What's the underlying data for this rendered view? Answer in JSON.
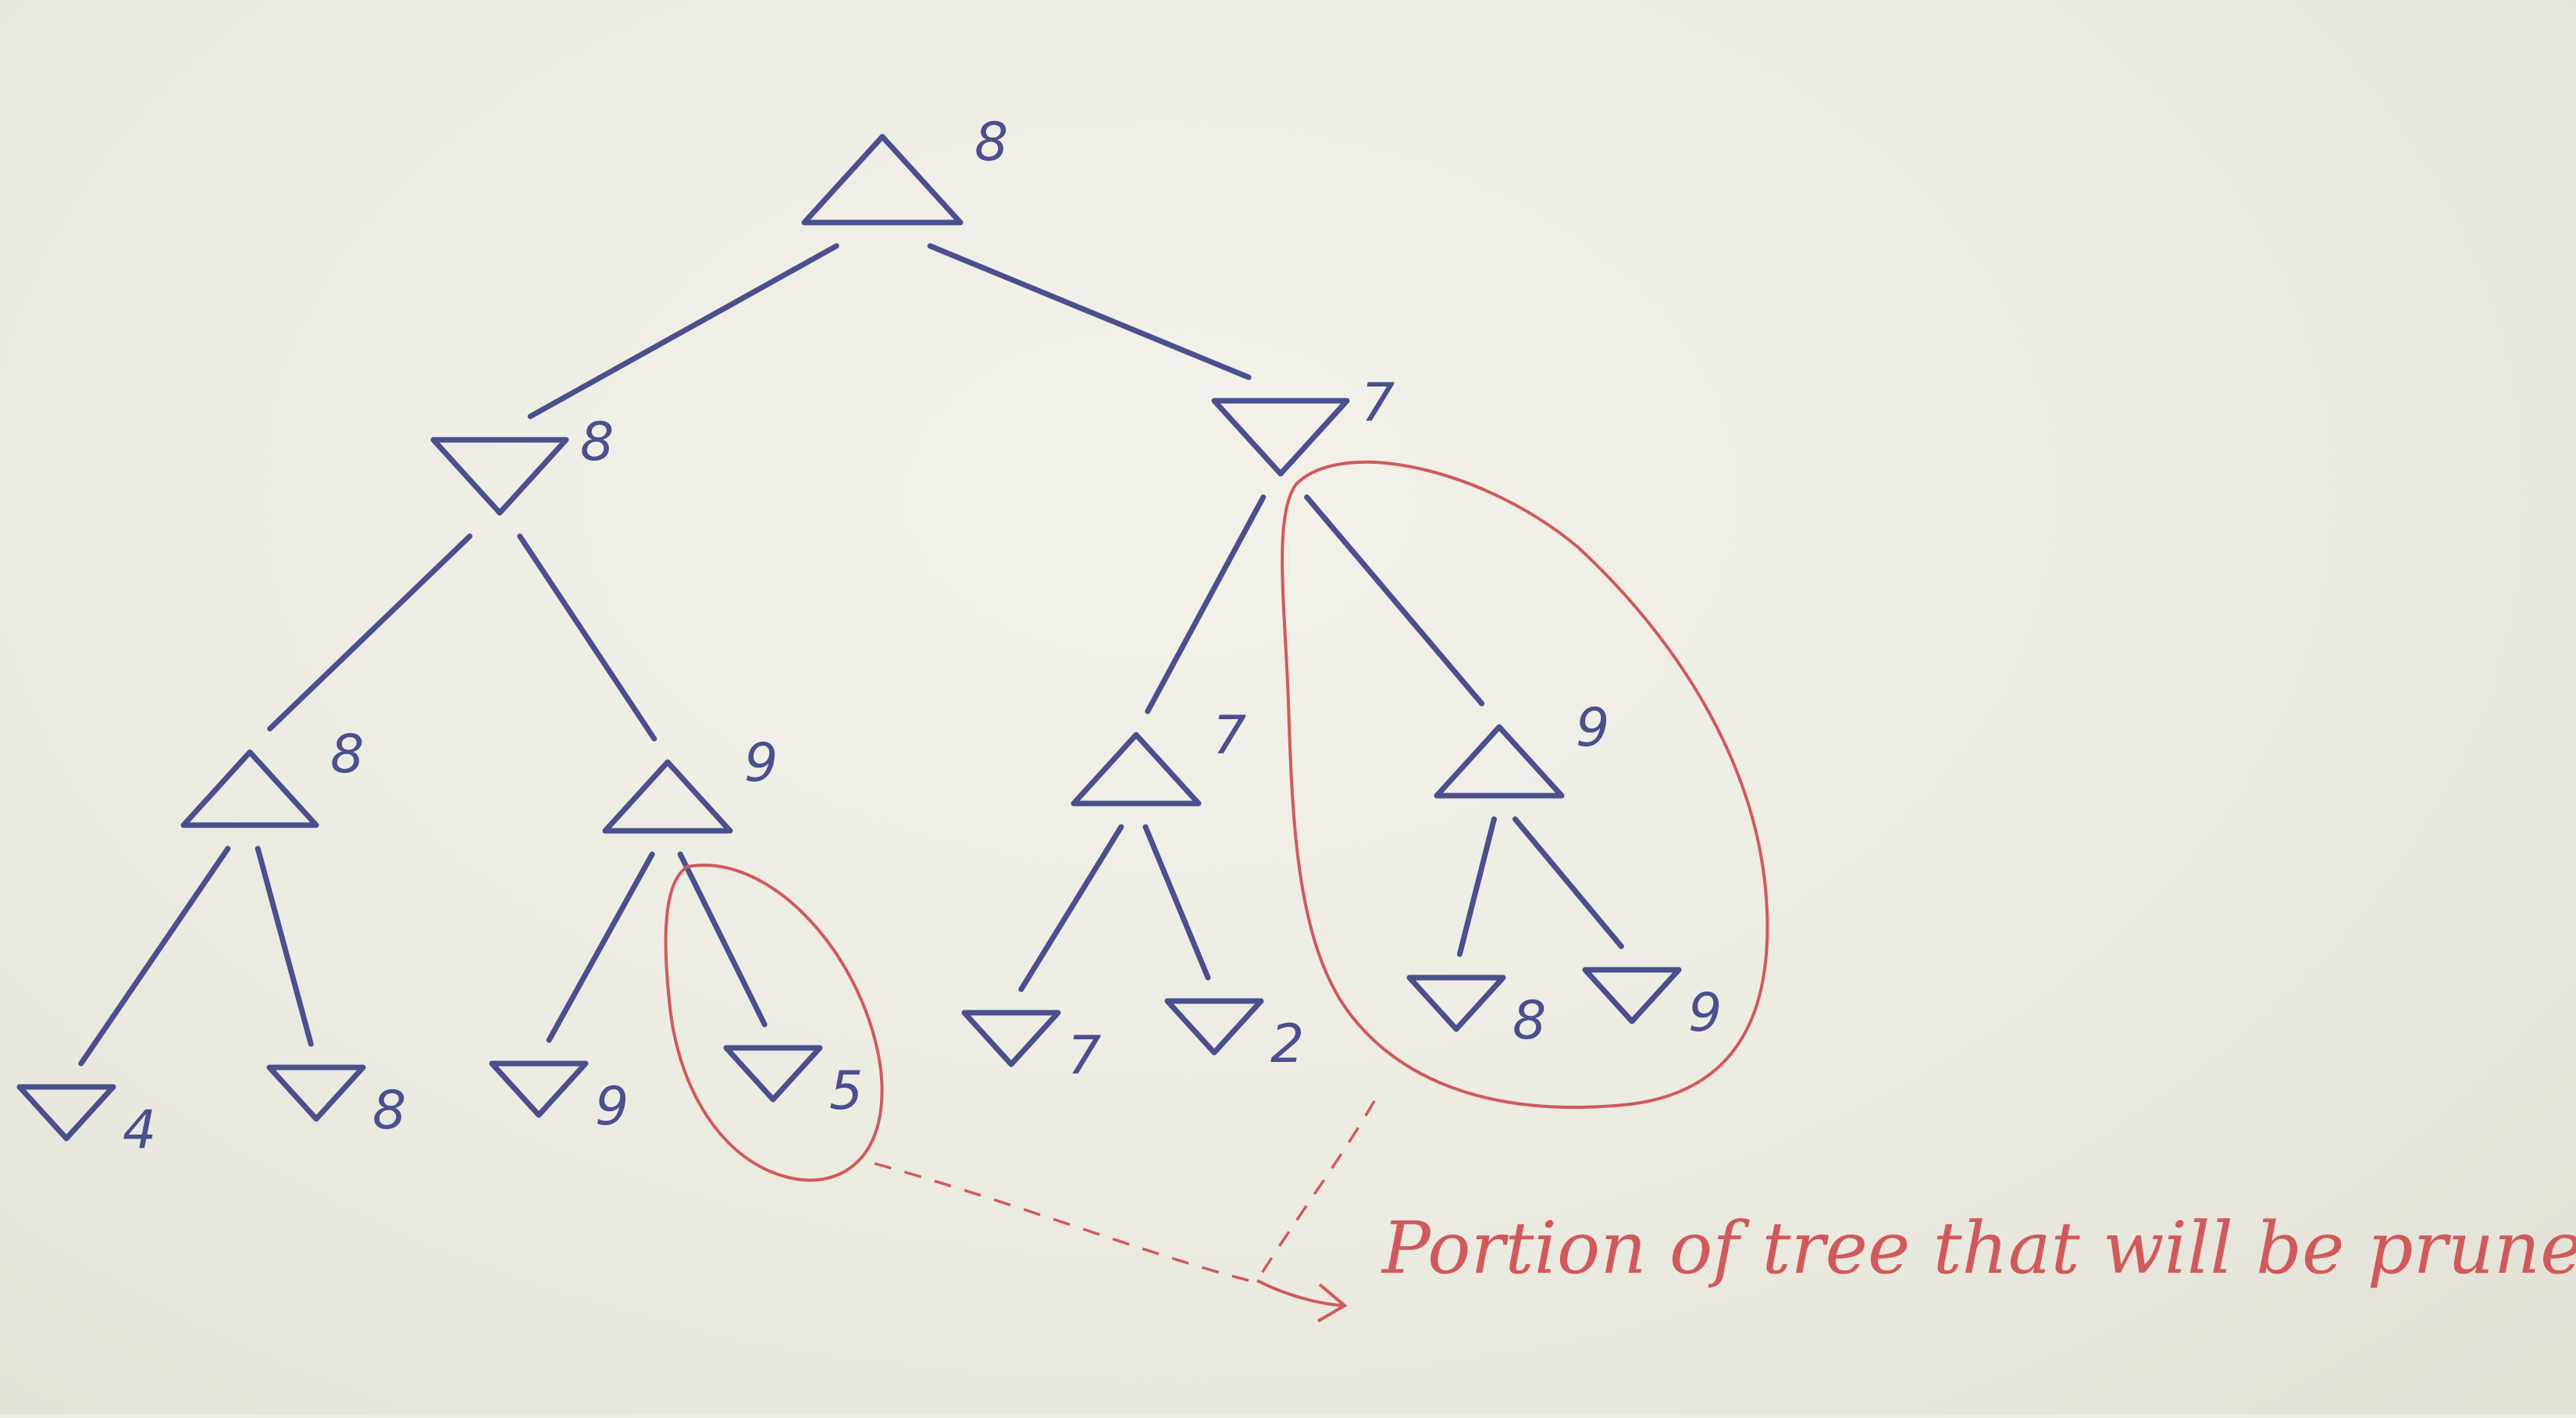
{
  "colors": {
    "ink": "#4b4f8e",
    "annotation": "#d05a5a",
    "paper": "#eeece3"
  },
  "tree": {
    "root": {
      "type": "max",
      "value": "8",
      "children": [
        {
          "type": "min",
          "value": "8",
          "children": [
            {
              "type": "max",
              "value": "8",
              "children": [
                {
                  "type": "min",
                  "value": "4"
                },
                {
                  "type": "min",
                  "value": "8"
                }
              ]
            },
            {
              "type": "max",
              "value": "9",
              "children": [
                {
                  "type": "min",
                  "value": "9"
                },
                {
                  "type": "min",
                  "value": "5"
                }
              ]
            }
          ]
        },
        {
          "type": "min",
          "value": "7",
          "children": [
            {
              "type": "max",
              "value": "7",
              "children": [
                {
                  "type": "min",
                  "value": "7"
                },
                {
                  "type": "min",
                  "value": "2"
                }
              ]
            },
            {
              "type": "max",
              "value": "9",
              "children": [
                {
                  "type": "min",
                  "value": "8"
                },
                {
                  "type": "min",
                  "value": "9"
                }
              ]
            }
          ]
        }
      ]
    }
  },
  "annotation": {
    "text": "Portion of tree that will be pruned"
  }
}
